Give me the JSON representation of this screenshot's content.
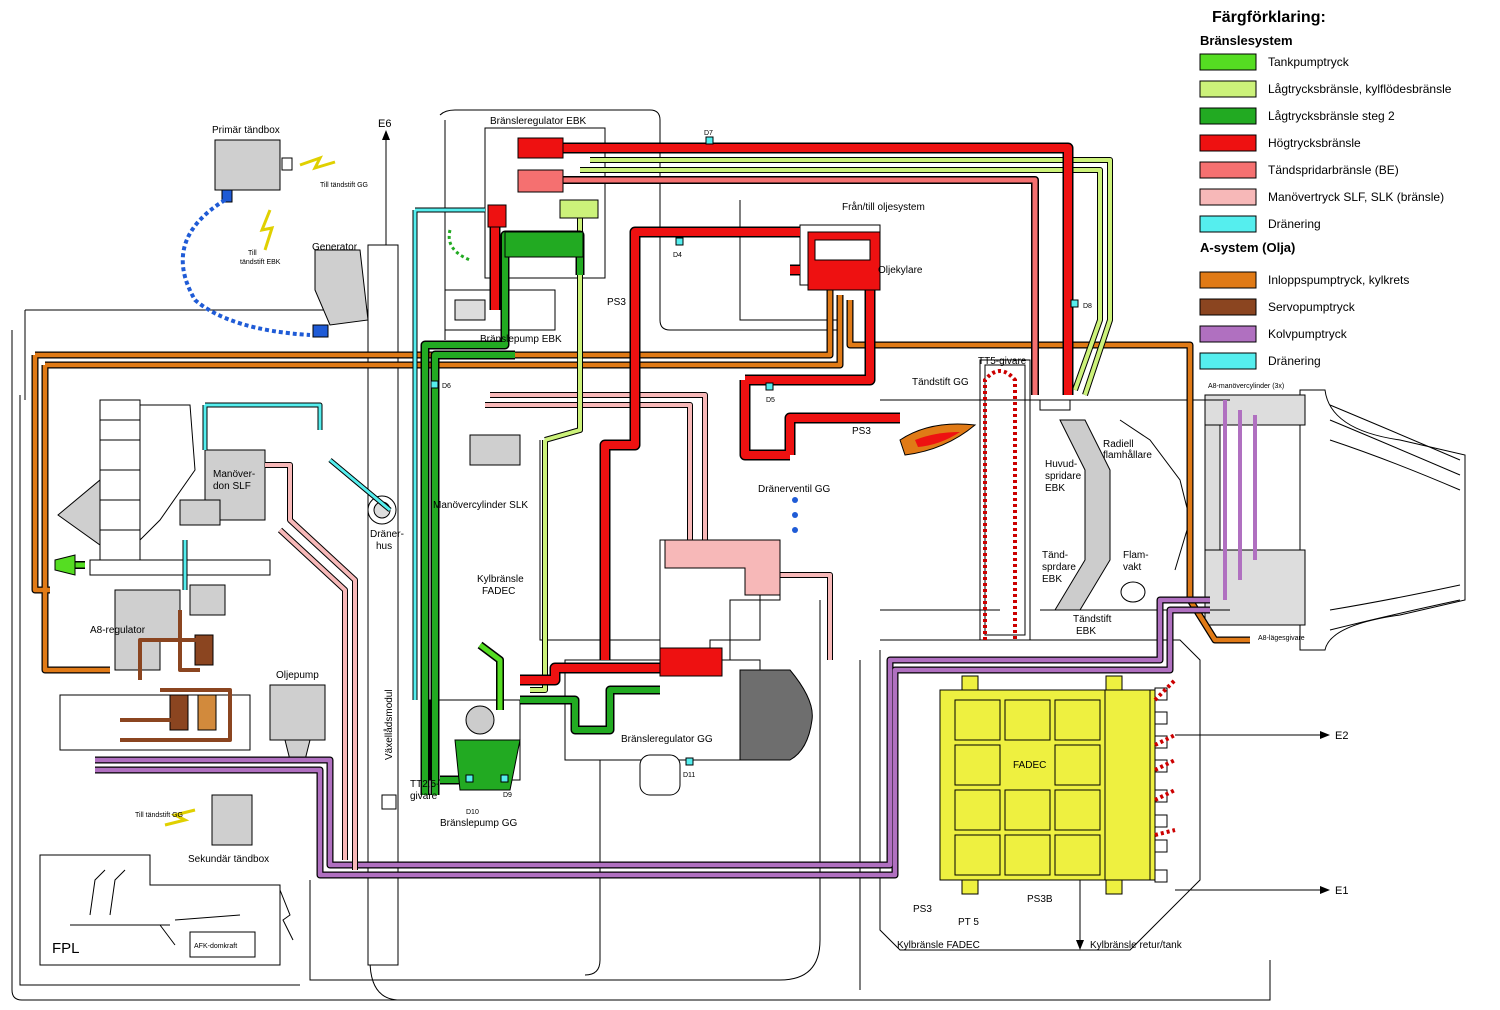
{
  "legend": {
    "title": "Färgförklaring:",
    "fuel_header": "Bränslesystem",
    "oil_header": "A-system (Olja)",
    "fuel_items": [
      {
        "label": "Tankpumptryck",
        "color": "#55dd22"
      },
      {
        "label": "Lågtrycksbränsle, kylflödesbränsle",
        "color": "#ccf27a"
      },
      {
        "label": "Lågtrycksbränsle steg 2",
        "color": "#22aa22"
      },
      {
        "label": "Högtrycksbränsle",
        "color": "#ee1111"
      },
      {
        "label": "Tändspridarbränsle (BE)",
        "color": "#f57070"
      },
      {
        "label": "Manövertryck SLF, SLK (bränsle)",
        "color": "#f7b8b8"
      },
      {
        "label": "Dränering",
        "color": "#55eeee"
      }
    ],
    "oil_items": [
      {
        "label": "Inloppspumptryck, kylkrets",
        "color": "#e07a16"
      },
      {
        "label": "Servopumptryck",
        "color": "#8b4520"
      },
      {
        "label": "Kolvpumptryck",
        "color": "#b070c0"
      },
      {
        "label": "Dränering",
        "color": "#55eeee"
      }
    ]
  },
  "labels": {
    "primar_tandbox": "Primär tändbox",
    "till_tandstift_gg_top": "Till tändstift GG",
    "till": "Till",
    "tandstift_ebk": "tändstift EBK",
    "generator": "Generator",
    "e6": "E6",
    "bransleregulator_ebk": "Bränsleregulator EBK",
    "d7": "D7",
    "fran_till_oljesystem": "Från/till oljesystem",
    "oljekylare": "Oljekylare",
    "d4": "D4",
    "ps3_top": "PS3",
    "branslepump_ebk": "Bränslepump EBK",
    "d8": "D8",
    "tt5_givare": "TT5-givare",
    "tandstift_gg": "Tändstift GG",
    "d6": "D6",
    "d5": "D5",
    "ps3_mid": "PS3",
    "dranerventil_gg": "Dränerventil GG",
    "radiell": "Radiell",
    "flamhallare": "flamhållare",
    "huvud": "Huvud-",
    "spridare": "spridare",
    "ebk": "EBK",
    "tand": "Tänd-",
    "sprdare": "sprdare",
    "ebk2": "EBK",
    "flam": "Flam-",
    "vakt": "vakt",
    "tandstift": "Tändstift",
    "ebk3": "EBK",
    "a8_manovercylinder": "A8-manövercylinder (3x)",
    "a8_lagesgivare": "A8-lägesgivare",
    "manover": "Manöver-",
    "don_slf": "don SLF",
    "draner": "Dräner-",
    "hus": "hus",
    "manovercylinder_slk": "Manövercylinder SLK",
    "kylbransle": "Kylbränsle",
    "fadec_small": "FADEC",
    "a8_regulator": "A8-regulator",
    "oljepump": "Oljepump",
    "vaxelladsmodul": "Växellådsmodul",
    "bransleregulator_gg": "Bränsleregulator GG",
    "d11": "D11",
    "tt25": "TT2,5-",
    "givare": "givare",
    "d10": "D10",
    "d9": "D9",
    "branslepump_gg": "Bränslepump GG",
    "till_tandstift_gg_bottom": "Till tändstift GG",
    "sekundar_tandbox": "Sekundär tändbox",
    "fpl": "FPL",
    "afk_domkraft": "AFK-domkraft",
    "fadec": "FADEC",
    "e2": "E2",
    "e1": "E1",
    "ps3_bottom": "PS3",
    "pt5": "PT 5",
    "ps3b": "PS3B",
    "kylbransle_fadec": "Kylbränsle FADEC",
    "kylbransle_retur": "Kylbränsle retur/tank"
  }
}
